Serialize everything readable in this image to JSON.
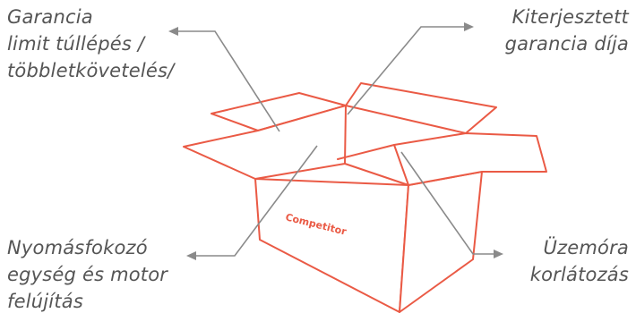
{
  "labels": {
    "top_left": [
      "Garancia",
      "limit túllépés /",
      "többletkövetelés/"
    ],
    "top_right": [
      "Kiterjesztett",
      "garancia díja"
    ],
    "bottom_left": [
      "Nyomásfokozó",
      "egység és motor",
      "felújítás"
    ],
    "bottom_right": [
      "Üzemóra",
      "korlátozás"
    ]
  },
  "box": {
    "brand_text": "Competitor"
  },
  "colors": {
    "box_outline": "#ea5a45",
    "label_text": "#555555",
    "arrow": "#8a8a8a"
  }
}
